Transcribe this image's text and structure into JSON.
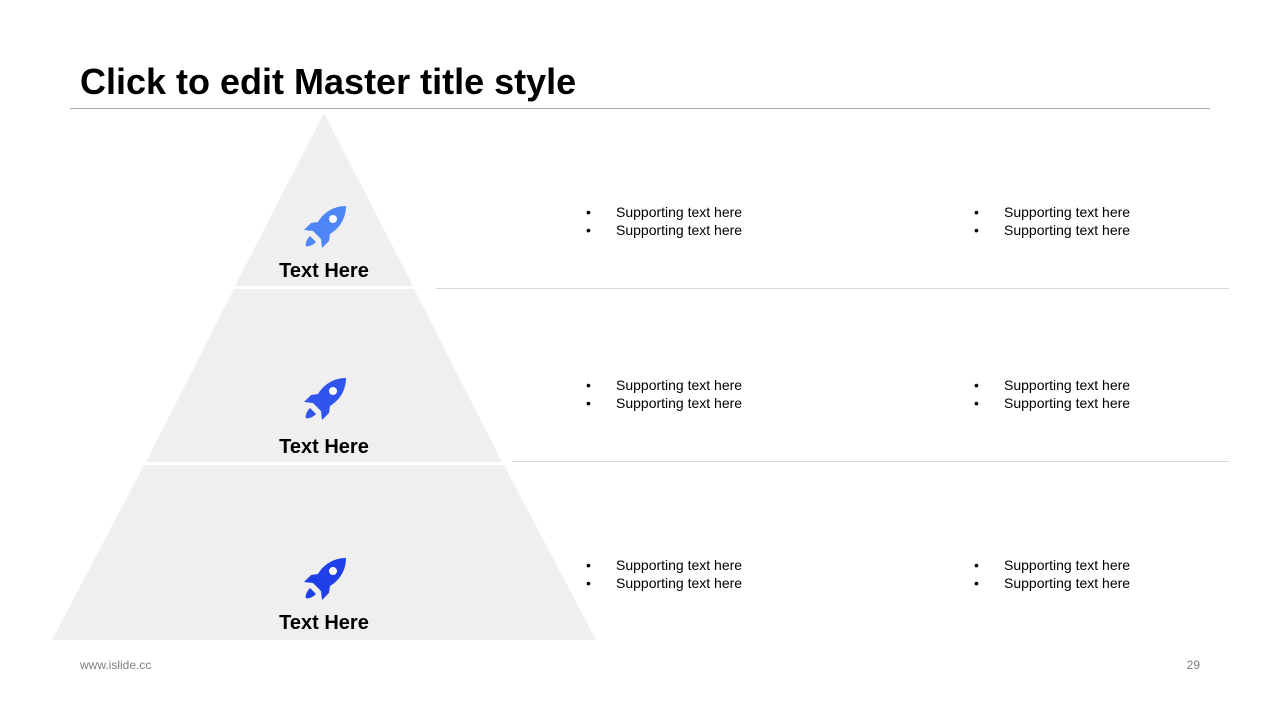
{
  "slide": {
    "title": "Click to edit Master title style",
    "footer_url": "www.islide.cc",
    "page_number": "29"
  },
  "colors": {
    "pyramid_fill": "#efefef",
    "rocket_top": "#4f86f7",
    "rocket_mid": "#2f55ee",
    "rocket_bottom": "#1f3fe8"
  },
  "tiers": [
    {
      "label": "Text Here",
      "icon": "rocket-icon",
      "col1": [
        "Supporting text here",
        "Supporting text here"
      ],
      "col2": [
        "Supporting text here",
        "Supporting text here"
      ]
    },
    {
      "label": "Text Here",
      "icon": "rocket-icon",
      "col1": [
        "Supporting text here",
        "Supporting text here"
      ],
      "col2": [
        "Supporting text here",
        "Supporting text here"
      ]
    },
    {
      "label": "Text Here",
      "icon": "rocket-icon",
      "col1": [
        "Supporting text here",
        "Supporting text here"
      ],
      "col2": [
        "Supporting text here",
        "Supporting text here"
      ]
    }
  ],
  "bullet_glyph": "•"
}
